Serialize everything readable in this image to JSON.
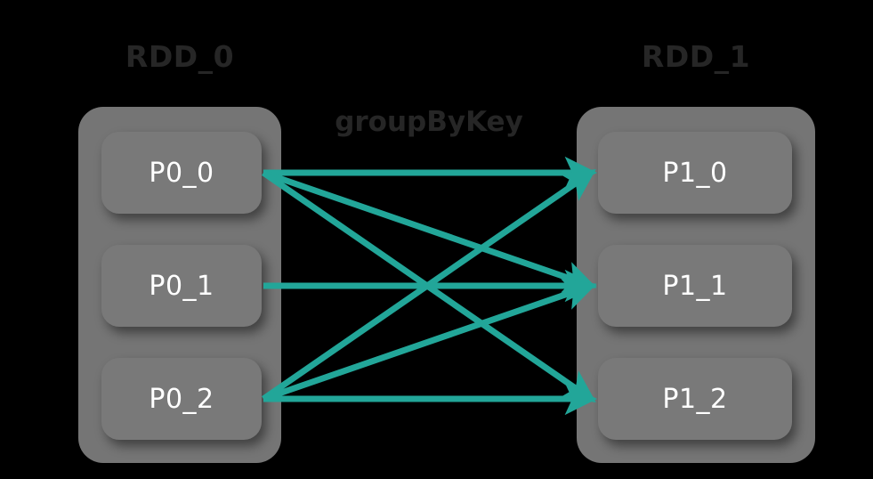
{
  "diagram": {
    "title_left": "RDD_0",
    "title_right": "RDD_1",
    "operation_label": "groupByKey",
    "background_color": "#000000",
    "container_color": "#757575",
    "partition_color": "#797979",
    "partition_text_color": "#ffffff",
    "title_text_color": "#262626",
    "arrow_color": "#22a699"
  },
  "rdd0": {
    "label": "RDD_0",
    "partitions": [
      {
        "label": "P0_0"
      },
      {
        "label": "P0_1"
      },
      {
        "label": "P0_2"
      }
    ]
  },
  "rdd1": {
    "label": "RDD_1",
    "partitions": [
      {
        "label": "P1_0"
      },
      {
        "label": "P1_1"
      },
      {
        "label": "P1_2"
      }
    ]
  },
  "edges": [
    {
      "from": "P0_0",
      "to": "P1_0"
    },
    {
      "from": "P0_0",
      "to": "P1_1"
    },
    {
      "from": "P0_0",
      "to": "P1_2"
    },
    {
      "from": "P0_1",
      "to": "P1_1"
    },
    {
      "from": "P0_2",
      "to": "P1_0"
    },
    {
      "from": "P0_2",
      "to": "P1_1"
    },
    {
      "from": "P0_2",
      "to": "P1_2"
    }
  ]
}
